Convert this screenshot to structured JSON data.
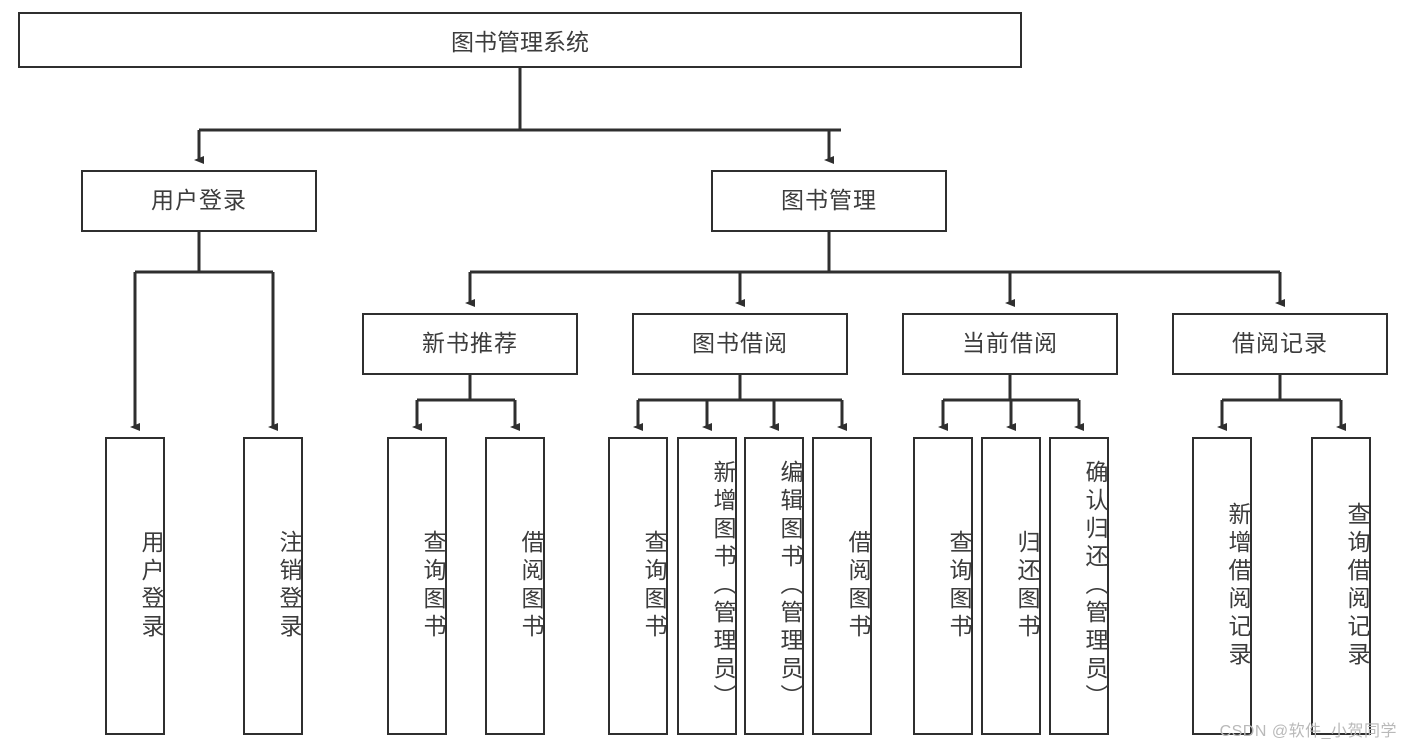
{
  "diagram": {
    "type": "tree",
    "title": "图书管理系统",
    "stroke_color": "#2f2f2f",
    "text_color": "#3c3c3c",
    "background": "#ffffff",
    "root": {
      "label": "图书管理系统"
    },
    "level1": [
      {
        "label": "用户登录"
      },
      {
        "label": "图书管理"
      }
    ],
    "level2": [
      {
        "label": "新书推荐"
      },
      {
        "label": "图书借阅"
      },
      {
        "label": "当前借阅"
      },
      {
        "label": "借阅记录"
      }
    ],
    "leaves": {
      "user_login": [
        {
          "label": "用户登录"
        },
        {
          "label": "注销登录"
        }
      ],
      "new_book_recommend": [
        {
          "label": "查询图书"
        },
        {
          "label": "借阅图书"
        }
      ],
      "book_borrow": [
        {
          "label": "查询图书"
        },
        {
          "label": "新增图书（管理员）"
        },
        {
          "label": "编辑图书（管理员）"
        },
        {
          "label": "借阅图书"
        }
      ],
      "current_borrow": [
        {
          "label": "查询图书"
        },
        {
          "label": "归还图书"
        },
        {
          "label": "确认归还（管理员）"
        }
      ],
      "borrow_record": [
        {
          "label": "新增借阅记录"
        },
        {
          "label": "查询借阅记录"
        }
      ]
    }
  },
  "watermark": {
    "text": "CSDN @软件_小贺同学"
  }
}
